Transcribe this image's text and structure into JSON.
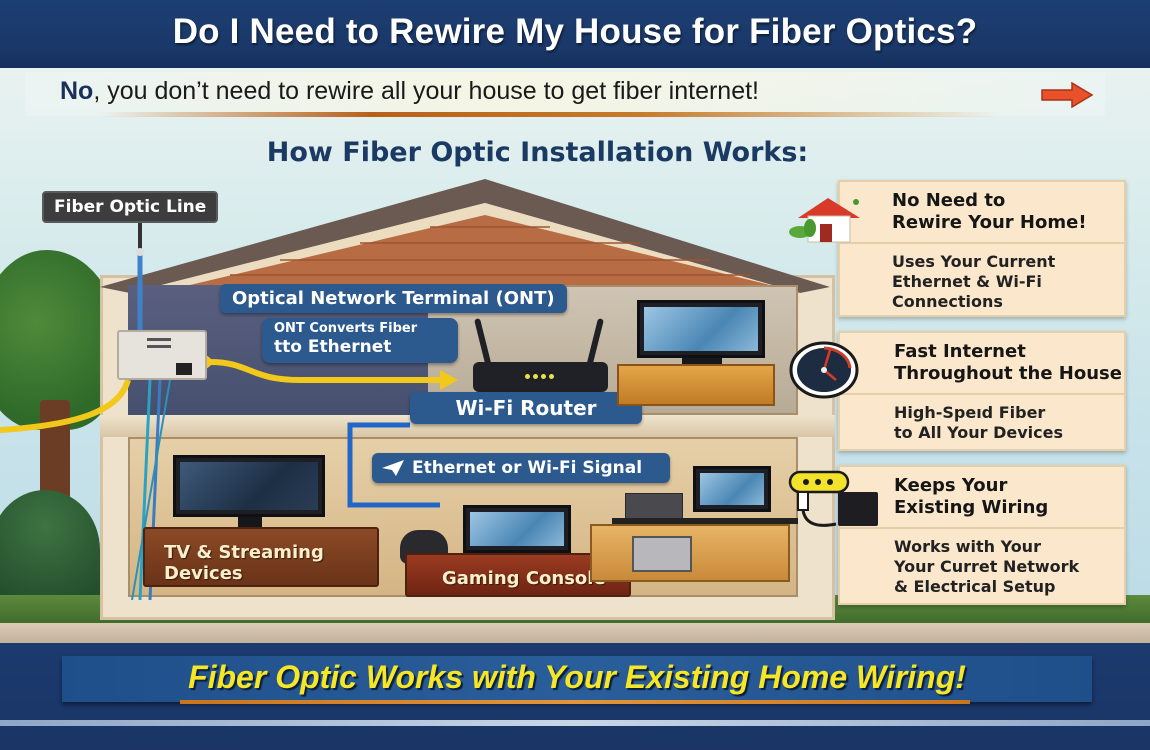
{
  "header": {
    "title": "Do I Need to Rewire My House for Fiber Optics?",
    "subtitle_bold": "No",
    "subtitle_rest": ", you don’t need to rewire all your house to get fiber internet!",
    "arrow_icon": "right-arrow-icon",
    "accent_arrow_color": "#e8512a"
  },
  "section": {
    "heading": "How Fiber Optic Installation Works:"
  },
  "diagram": {
    "fiber_line_label": "Fiber Optic Line",
    "ont_label": "Optical Network Terminal (ONT)",
    "ont_note": [
      "ONT Converts Fiber",
      "tto Ethernet"
    ],
    "router_label": "Wi-Fi Router",
    "signal_label": "Ethernet or Wi-Fi Signal",
    "tv_label": [
      "TV & Streaming",
      "Devices"
    ],
    "console_label": "Gaming Console"
  },
  "cards": [
    {
      "icon": "house-icon",
      "title": [
        "No Need to",
        "Rewire Your Home!"
      ],
      "body": [
        "Uses Your Current",
        "Ethernet & Wi-Fi",
        "Connections"
      ]
    },
    {
      "icon": "speedometer-icon",
      "title": [
        "Fast Internet",
        "Throughout the House"
      ],
      "body": [
        "High-Speıd Fiber",
        "to All Your Devices"
      ]
    },
    {
      "icon": "power-plug-icon",
      "title": [
        "Keeps Your",
        "Existing Wiring"
      ],
      "body": [
        "Works with Your",
        "Your Curret Network",
        "& Electrical Setup"
      ]
    }
  ],
  "footer": {
    "tagline": "Fiber Optic Works with Your Existing Home Wiring!",
    "tagline_color": "#f5e626"
  },
  "colors": {
    "header_navy": "#1d3e72",
    "label_blue": "#2c5a8e",
    "card_bg": "#fbe8cc",
    "fiber_yellow": "#f2c81a",
    "ethernet_blue": "#2266c8"
  }
}
